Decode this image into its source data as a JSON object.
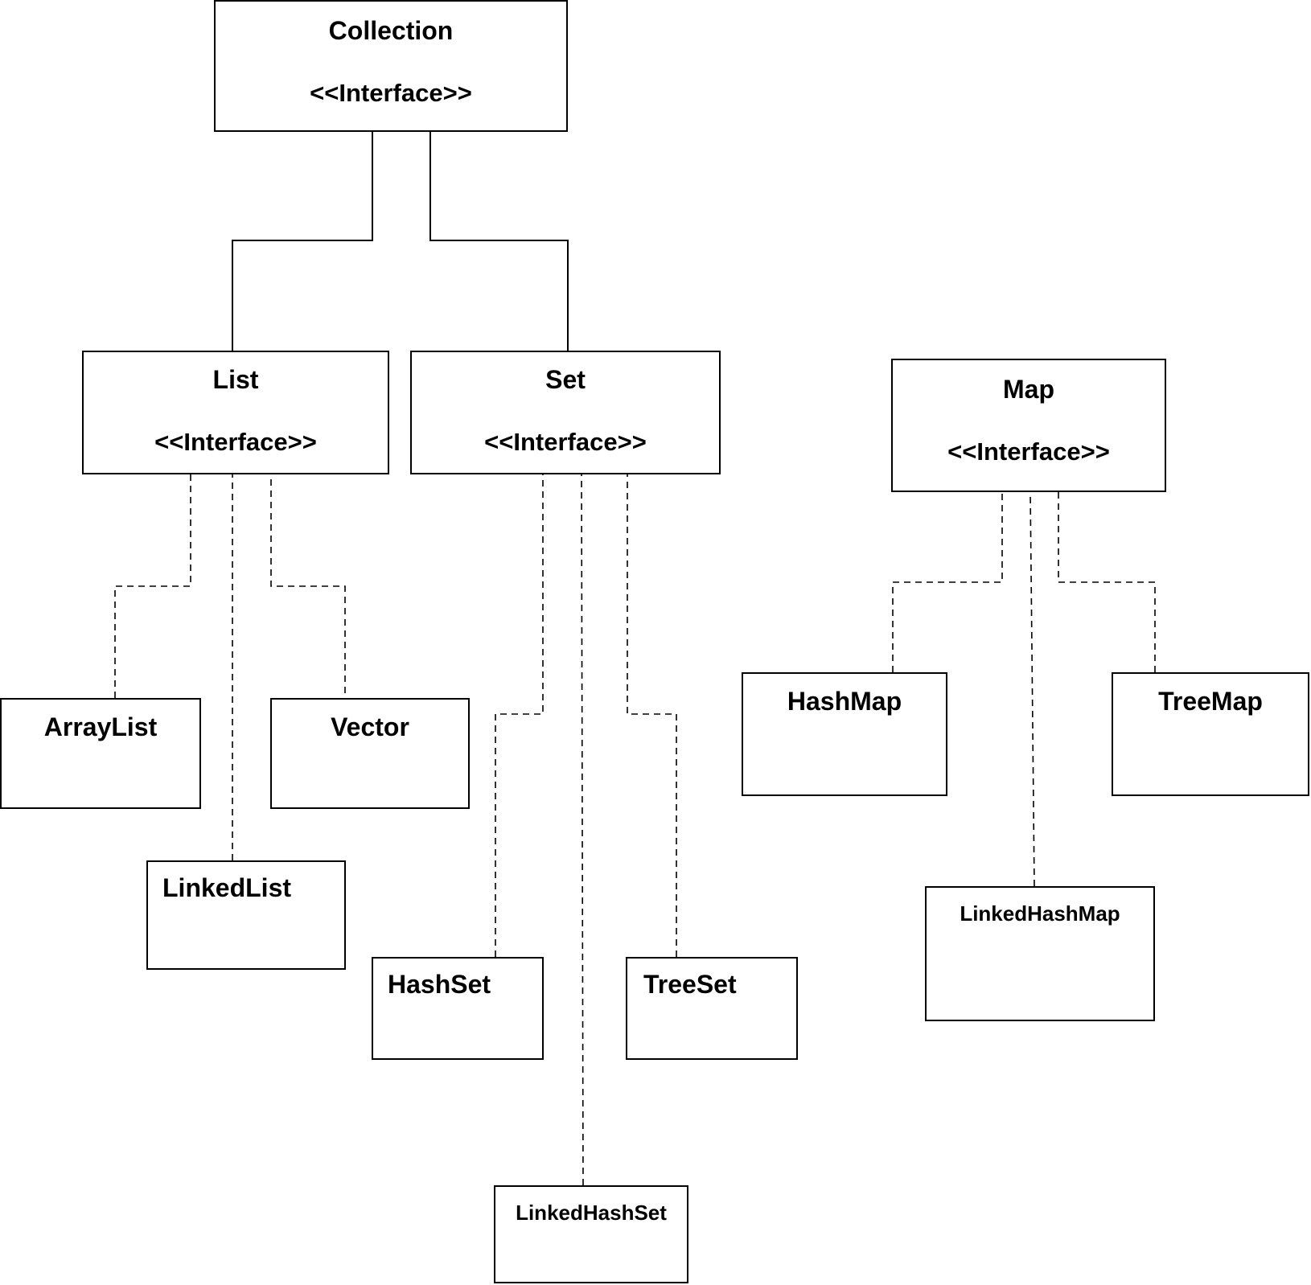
{
  "nodes": {
    "collection": {
      "name": "Collection",
      "stereotype": "<<Interface>>"
    },
    "list": {
      "name": "List",
      "stereotype": "<<Interface>>"
    },
    "set": {
      "name": "Set",
      "stereotype": "<<Interface>>"
    },
    "map": {
      "name": "Map",
      "stereotype": "<<Interface>>"
    },
    "arraylist": {
      "name": "ArrayList"
    },
    "vector": {
      "name": "Vector"
    },
    "linkedlist": {
      "name": "LinkedList"
    },
    "hashset": {
      "name": "HashSet"
    },
    "treeset": {
      "name": "TreeSet"
    },
    "linkedhashset": {
      "name": "LinkedHashSet"
    },
    "hashmap": {
      "name": "HashMap"
    },
    "treemap": {
      "name": "TreeMap"
    },
    "linkedhashmap": {
      "name": "LinkedHashMap"
    }
  },
  "edges": [
    {
      "from": "list",
      "to": "collection",
      "style": "solid"
    },
    {
      "from": "set",
      "to": "collection",
      "style": "solid"
    },
    {
      "from": "arraylist",
      "to": "list",
      "style": "dashed"
    },
    {
      "from": "linkedlist",
      "to": "list",
      "style": "dashed"
    },
    {
      "from": "vector",
      "to": "list",
      "style": "dashed"
    },
    {
      "from": "hashset",
      "to": "set",
      "style": "dashed"
    },
    {
      "from": "linkedhashset",
      "to": "set",
      "style": "dashed"
    },
    {
      "from": "treeset",
      "to": "set",
      "style": "dashed"
    },
    {
      "from": "hashmap",
      "to": "map",
      "style": "dashed"
    },
    {
      "from": "linkedhashmap",
      "to": "map",
      "style": "dashed"
    },
    {
      "from": "treemap",
      "to": "map",
      "style": "dashed"
    }
  ]
}
